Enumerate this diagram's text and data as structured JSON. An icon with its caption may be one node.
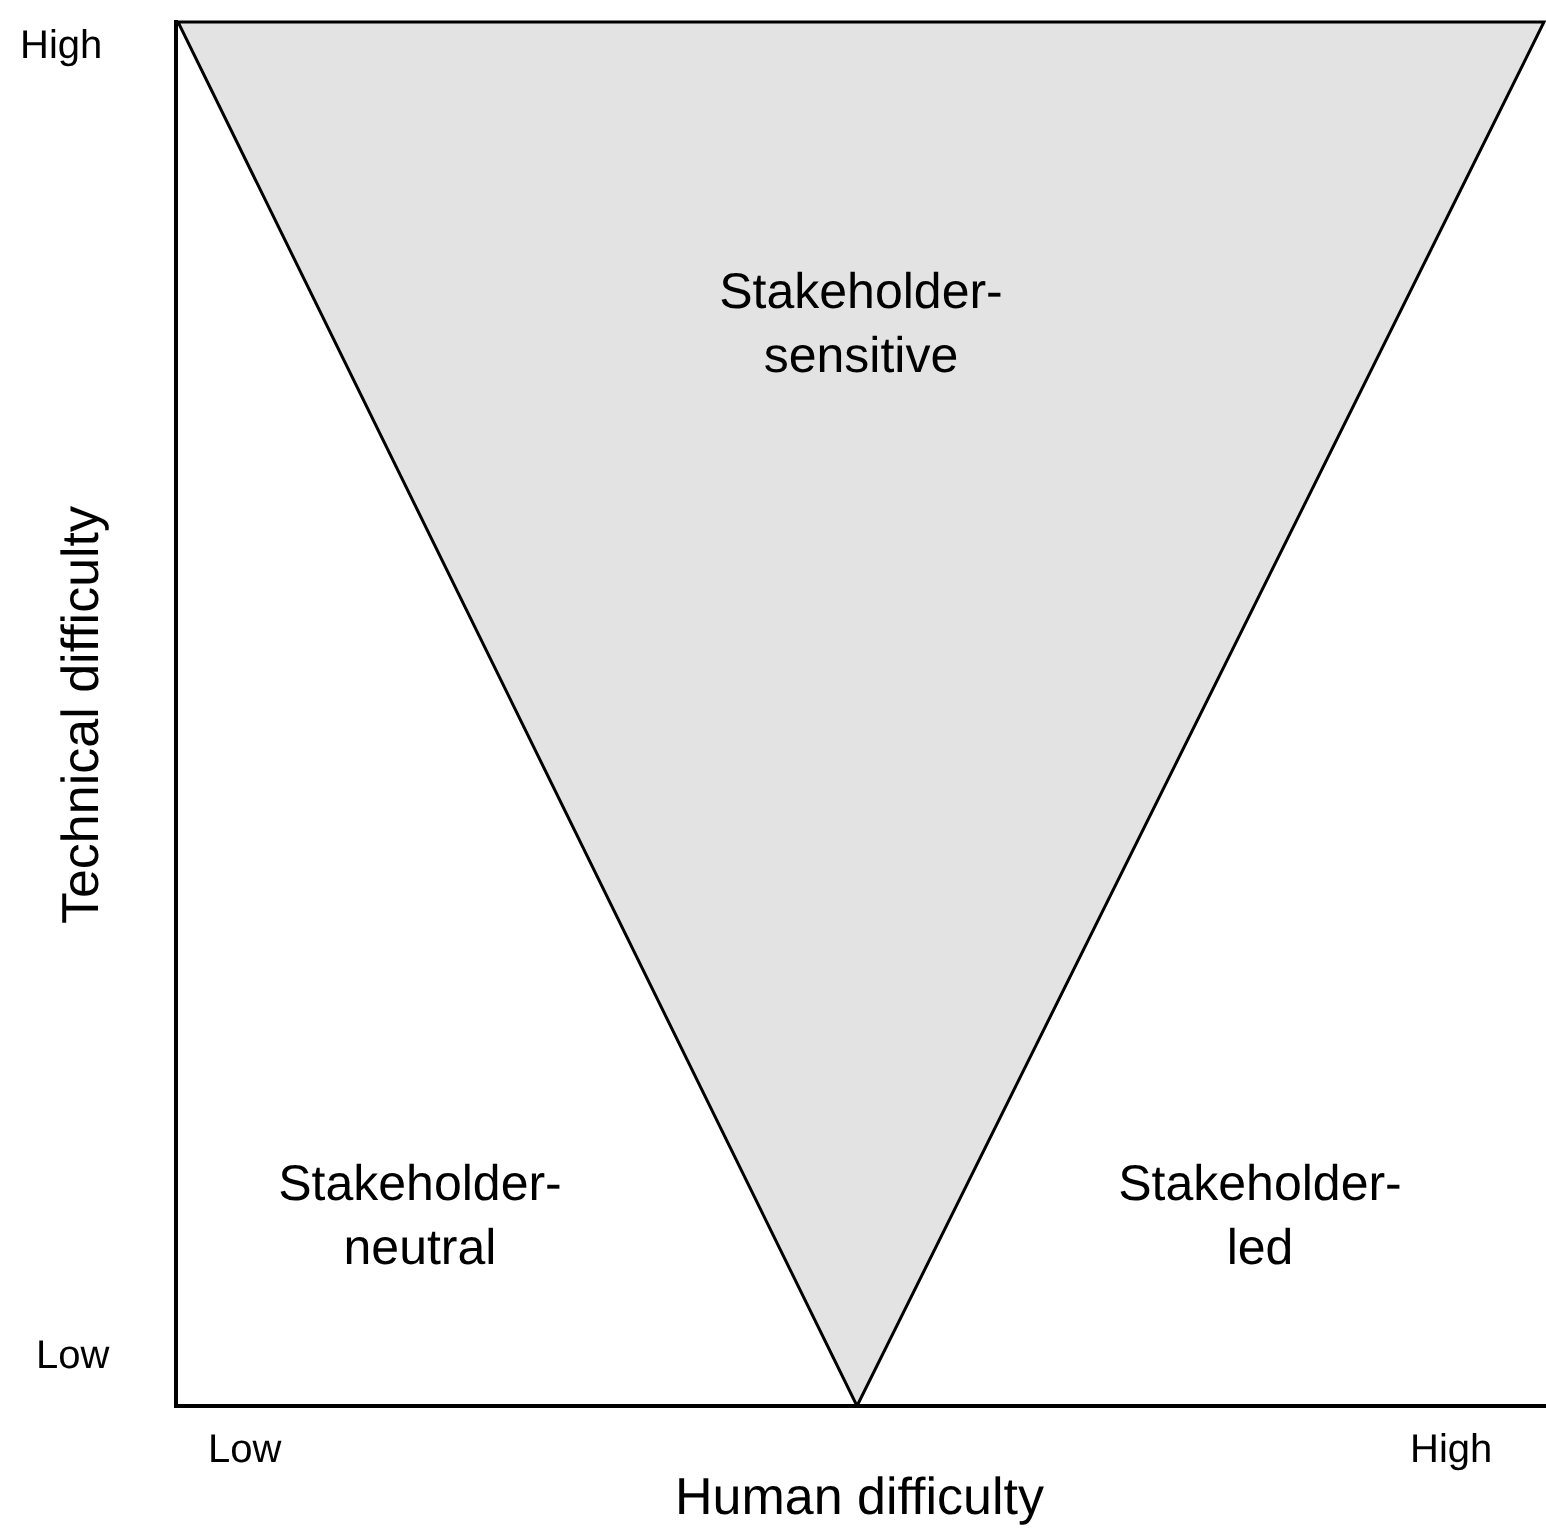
{
  "diagram": {
    "nodes": [
      {
        "text": [
          "Stakeholder- sensitive"
        ]
      }
    ],
    "edges": [],
    "labels": [
      "High",
      "Technical difficulty",
      "Stakeholder- neutral",
      "Stakeholder- led",
      "Low",
      "Low",
      "High",
      "Human difficulty"
    ]
  }
}
